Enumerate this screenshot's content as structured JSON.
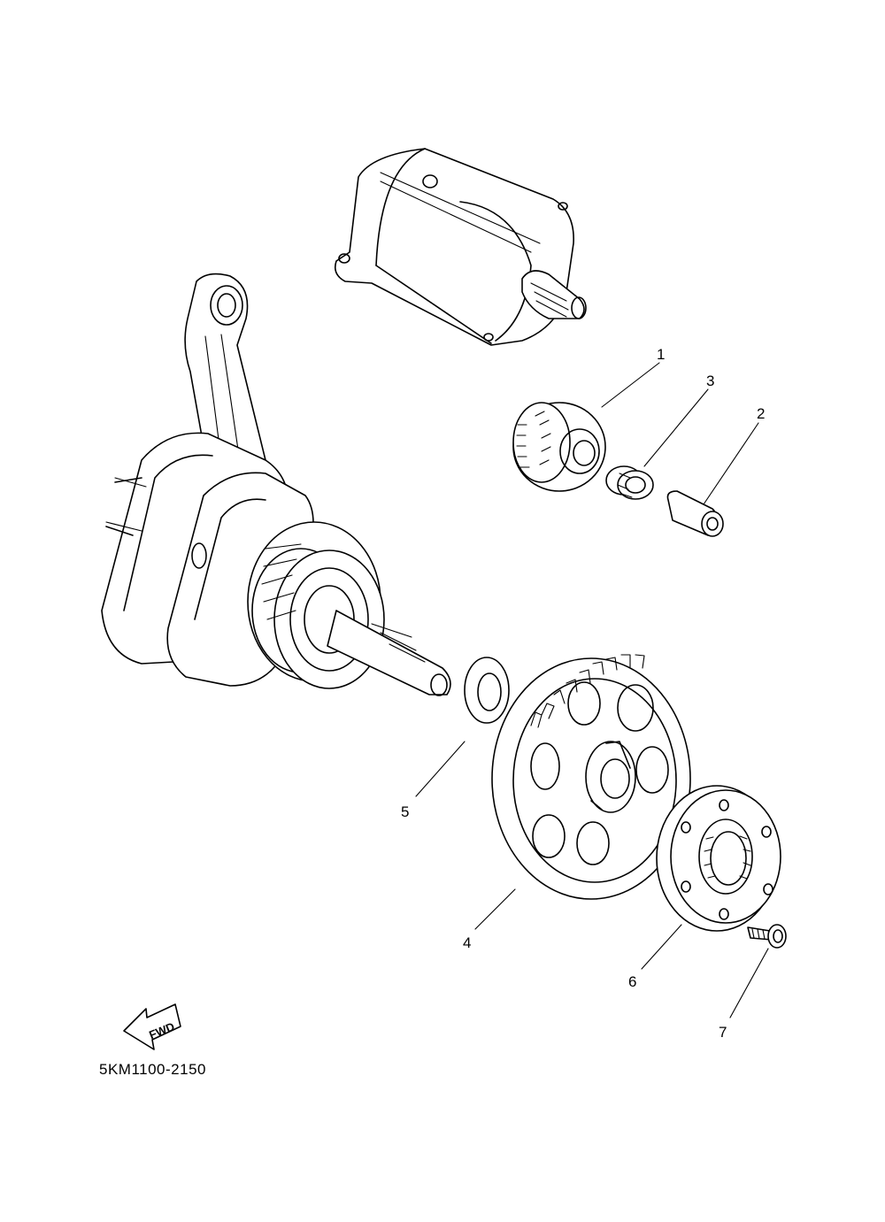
{
  "diagram": {
    "diagram_code": "5KM1100-2150",
    "direction_marker": "FWD",
    "callouts": [
      {
        "num": "1"
      },
      {
        "num": "2"
      },
      {
        "num": "3"
      },
      {
        "num": "4"
      },
      {
        "num": "5"
      },
      {
        "num": "6"
      },
      {
        "num": "7"
      }
    ]
  }
}
